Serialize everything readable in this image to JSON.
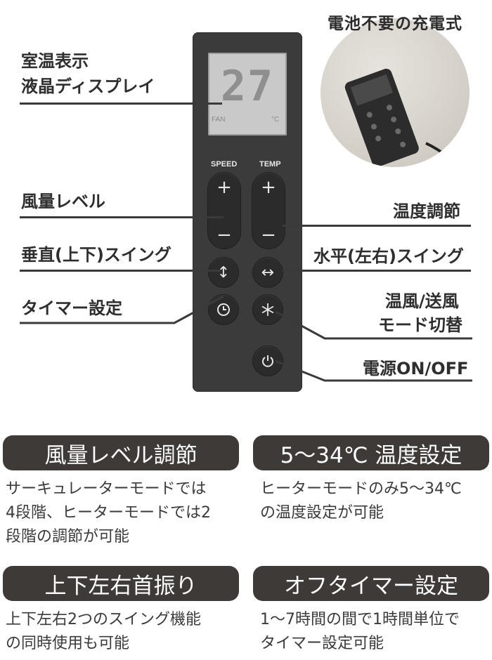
{
  "photo": {
    "title": "電池不要の充電式"
  },
  "remote": {
    "display_value": "27",
    "display_fan": "FAN",
    "display_unit": "°C",
    "speed_label": "SPEED",
    "temp_label": "TEMP",
    "plus": "+",
    "minus": "−",
    "swing_vertical_icon": "↕",
    "swing_horizontal_icon": "↔",
    "timer_icon": "clock-icon",
    "mode_icon": "snowflake-sun-icon",
    "power_icon": "power-icon"
  },
  "callouts": {
    "display_line1": "室温表示",
    "display_line2": "液晶ディスプレイ",
    "fan_level": "風量レベル",
    "temp_adjust": "温度調節",
    "vertical_swing": "垂直(上下)スイング",
    "horizontal_swing": "水平(左右)スイング",
    "timer": "タイマー設定",
    "mode_line1": "温風/送風",
    "mode_line2": "モード切替",
    "power": "電源ON/OFF"
  },
  "features": [
    {
      "title": "風量レベル調節",
      "desc": [
        "サーキュレーターモードでは",
        "4段階、ヒーターモードでは2",
        "段階の調節が可能"
      ]
    },
    {
      "title": "5〜34℃ 温度設定",
      "desc": [
        "ヒーターモードのみ5〜34℃",
        "の温度設定が可能"
      ]
    },
    {
      "title": "上下左右首振り",
      "desc": [
        "上下左右2つのスイング機能",
        "の同時使用も可能"
      ]
    },
    {
      "title": "オフタイマー設定",
      "desc": [
        "1〜7時間の間で1時間単位で",
        "タイマー設定可能"
      ]
    }
  ],
  "colors": {
    "pill_bg": "#3d3a38",
    "remote_body": "#3b3b3b",
    "lcd": "#c9c9c9"
  }
}
